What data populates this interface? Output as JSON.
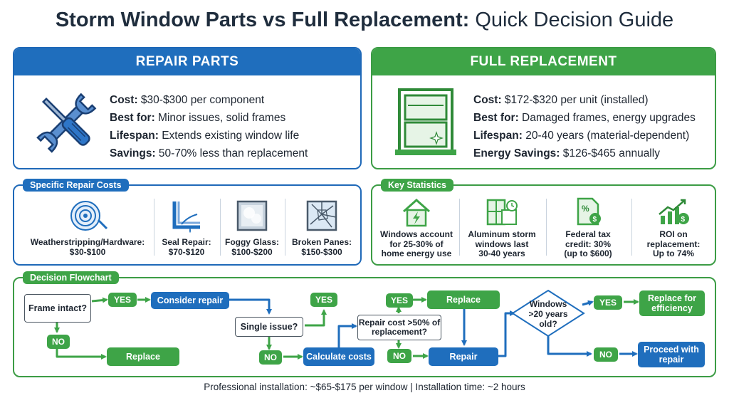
{
  "title": {
    "bold": "Storm Window Parts vs Full Replacement:",
    "light": " Quick Decision Guide"
  },
  "repair": {
    "heading": "REPAIR PARTS",
    "lines": [
      {
        "label": "Cost:",
        "value": " $30-$300 per component"
      },
      {
        "label": "Best for:",
        "value": " Minor issues, solid frames"
      },
      {
        "label": "Lifespan:",
        "value": " Extends existing window life"
      },
      {
        "label": "Savings:",
        "value": " 50-70% less than replacement"
      }
    ]
  },
  "replacement": {
    "heading": "FULL REPLACEMENT",
    "lines": [
      {
        "label": "Cost:",
        "value": " $172-$320 per unit (installed)"
      },
      {
        "label": "Best for:",
        "value": " Damaged frames, energy upgrades"
      },
      {
        "label": "Lifespan:",
        "value": " 20-40 years (material-dependent)"
      },
      {
        "label": "Energy Savings:",
        "value": " $126-$465 annually"
      }
    ]
  },
  "repair_costs": {
    "tag": "Specific Repair Costs",
    "items": [
      {
        "name": "Weatherstripping/Hardware:",
        "price": "$30-$100",
        "icon": "coil-icon"
      },
      {
        "name": "Seal Repair:",
        "price": "$70-$120",
        "icon": "seal-icon"
      },
      {
        "name": "Foggy Glass:",
        "price": "$100-$200",
        "icon": "foggy-glass-icon"
      },
      {
        "name": "Broken Panes:",
        "price": "$150-$300",
        "icon": "broken-pane-icon"
      }
    ]
  },
  "stats": {
    "tag": "Key Statistics",
    "items": [
      {
        "lines": [
          "Windows account",
          "for 25-30% of",
          "home energy use"
        ],
        "icon": "house-energy-icon"
      },
      {
        "lines": [
          "Aluminum storm",
          "windows last",
          "30-40 years"
        ],
        "icon": "window-calendar-icon"
      },
      {
        "lines": [
          "Federal tax",
          "credit: 30%",
          "(up to $600)"
        ],
        "icon": "tax-document-icon"
      },
      {
        "lines": [
          "ROI on",
          "replacement:",
          "Up to 74%"
        ],
        "icon": "roi-chart-icon"
      }
    ]
  },
  "flow": {
    "tag": "Decision Flowchart",
    "frame_intact": "Frame intact?",
    "yes": "YES",
    "no": "NO",
    "consider_repair": "Consider repair",
    "replace": "Replace",
    "single_issue": "Single issue?",
    "calculate_costs": "Calculate costs",
    "repair_cost_q": "Repair cost >50% of replacement?",
    "repair": "Repair",
    "windows_old_q": "Windows >20 years old?",
    "replace_efficiency": "Replace for efficiency",
    "proceed_repair": "Proceed with repair"
  },
  "footer": "Professional installation: ~$65-$175 per window | Installation time: ~2 hours",
  "colors": {
    "blue": "#1f6ebd",
    "green": "#3ea447",
    "dark": "#1f2d3d"
  }
}
